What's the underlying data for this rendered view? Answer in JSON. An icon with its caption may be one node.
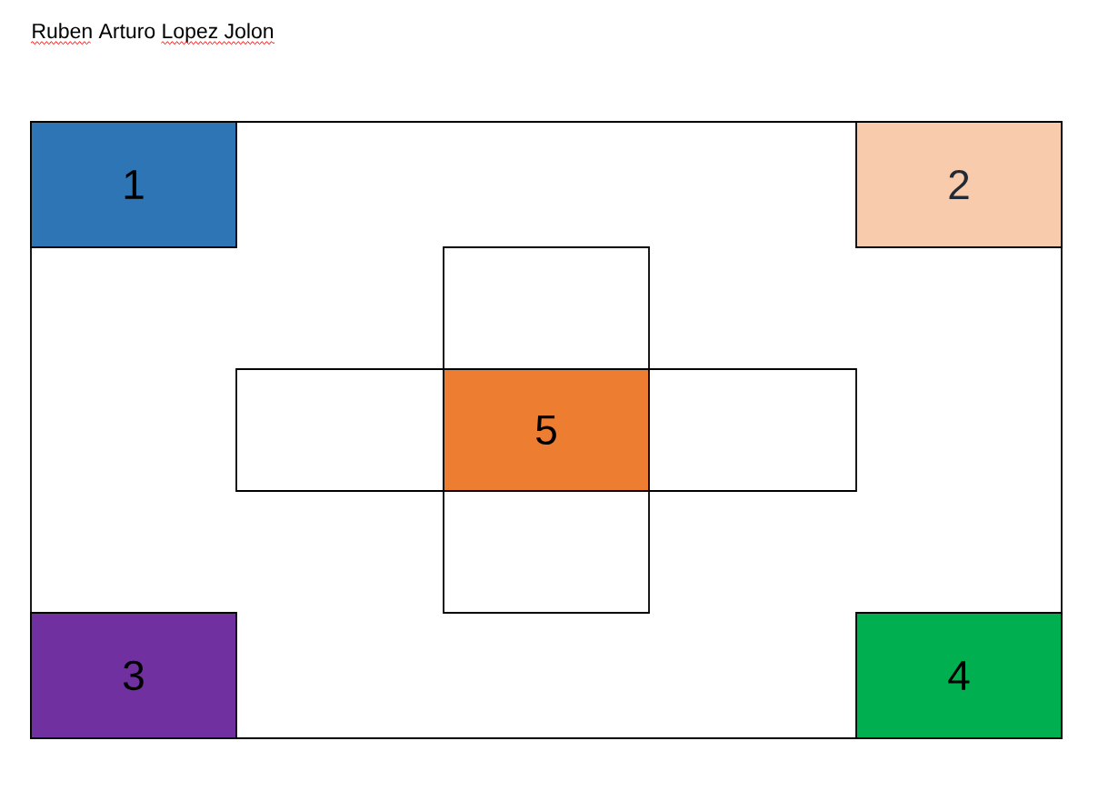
{
  "diagram": {
    "title": "Ruben Arturo Lopez Jolon",
    "nodes": [
      {
        "text": [],
        "shape": "box"
      },
      {
        "text": [
          "1"
        ],
        "in": 0
      },
      {
        "text": [
          "2"
        ],
        "in": 0
      },
      {
        "text": [],
        "shape": "box",
        "in": 0
      },
      {
        "text": [],
        "shape": "box",
        "in": 0
      },
      {
        "text": [
          "5"
        ],
        "in": 0
      },
      {
        "text": [],
        "shape": "box",
        "in": 0
      },
      {
        "text": [],
        "shape": "box",
        "in": 0
      },
      {
        "text": [
          "3"
        ],
        "in": 0
      },
      {
        "text": [
          "4"
        ],
        "in": 0
      }
    ]
  }
}
